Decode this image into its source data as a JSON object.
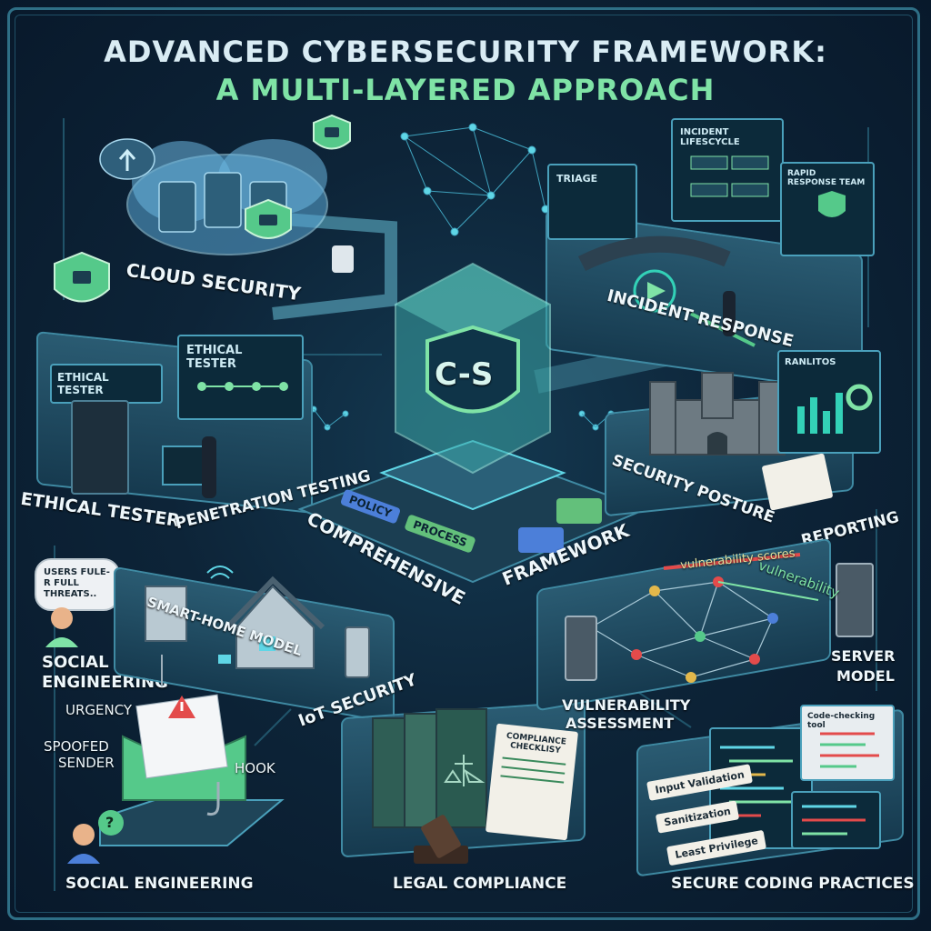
{
  "title": {
    "line1": "ADVANCED CYBERSECURITY FRAMEWORK:",
    "line2": "A MULTI-LAYERED APPROACH"
  },
  "core": {
    "badge": "C-S",
    "word1": "COMPREHENSIVE",
    "word2": "FRAMEWORK",
    "chip_policy": "POLICY",
    "chip_process": "PROCESS"
  },
  "cloud": {
    "label": "CLOUD SECURITY"
  },
  "pentest": {
    "label_left": "ETHICAL TESTER",
    "label_right": "PENETRATION TESTING",
    "screen1": "ETHICAL TESTER",
    "screen2": "ETHICAL TESTER"
  },
  "incident": {
    "label": "INCIDENT RESPONSE",
    "screen_triage": "TRIAGE",
    "screen_lifecycle": "INCIDENT LIFESCYCLE",
    "screen_team": "RAPID RESPONSE TEAM"
  },
  "posture": {
    "label": "SECURITY POSTURE",
    "reporting": "REPORTING",
    "screen": "RANLITOS"
  },
  "social_top": {
    "bubble": "USERS FULE-R FULL THREATS..",
    "label_line1": "SOCIAL",
    "label_line2": "ENGINEERING"
  },
  "iot": {
    "label": "IoT SECURITY",
    "model": "SMART-HOME MODEL"
  },
  "phishing": {
    "urgency": "URGENCY",
    "spoofed_line1": "SPOOFED",
    "spoofed_line2": "SENDER",
    "hook": "HOOK",
    "label": "SOCIAL ENGINEERING"
  },
  "legal": {
    "label": "LEGAL COMPLIANCE",
    "checklist_line1": "COMPLIANCE",
    "checklist_line2": "CHECKLISY"
  },
  "vuln": {
    "label_line1": "VULNERABILITY",
    "label_line2": "ASSESSMENT",
    "scores": "vulnerability scores",
    "tag": "vulnerability",
    "server_line1": "SERVER",
    "server_line2": "MODEL"
  },
  "coding": {
    "label": "SECURE CODING PRACTICES",
    "tool": "Code-checking tool",
    "note1": "Input Validation",
    "note2": "Sanitization",
    "note3": "Least Privilege"
  },
  "colors": {
    "accent_green": "#7fe3a6",
    "accent_teal": "#33d1b7",
    "panel": "#163a4f"
  }
}
